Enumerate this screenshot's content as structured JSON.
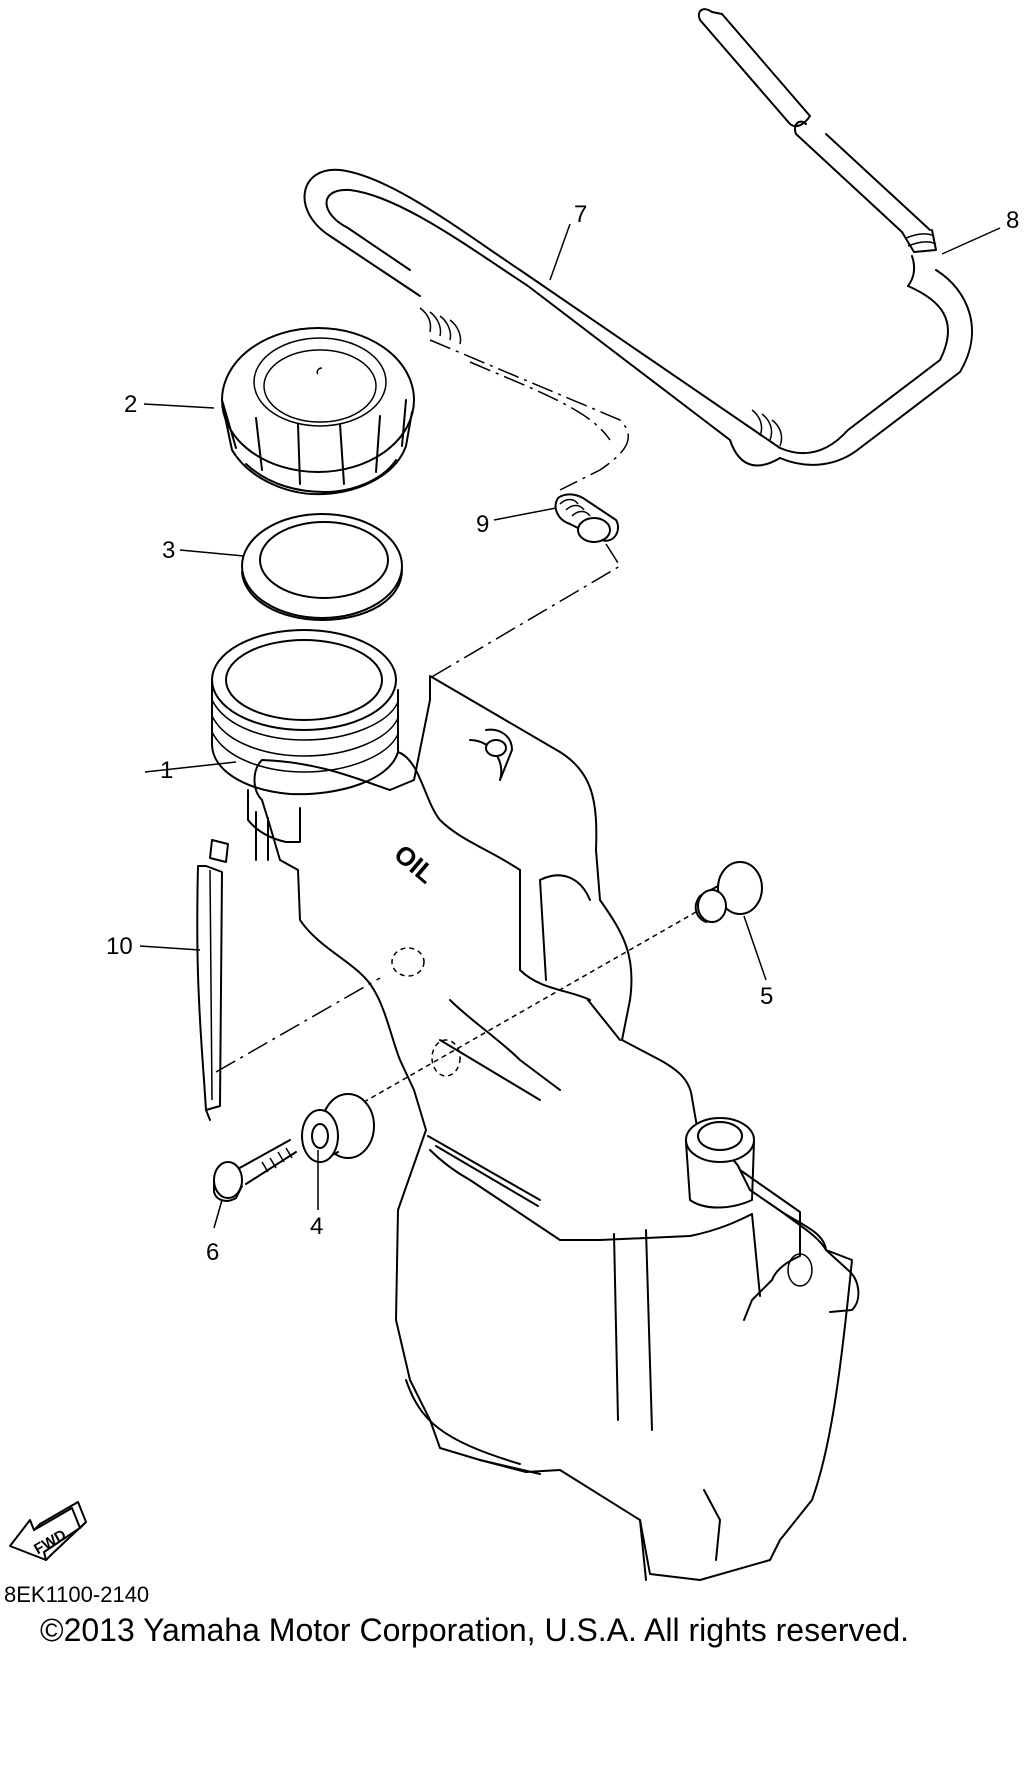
{
  "callouts": [
    {
      "id": "1",
      "label": "1"
    },
    {
      "id": "2",
      "label": "2"
    },
    {
      "id": "3",
      "label": "3"
    },
    {
      "id": "4",
      "label": "4"
    },
    {
      "id": "5",
      "label": "5"
    },
    {
      "id": "6",
      "label": "6"
    },
    {
      "id": "7",
      "label": "7"
    },
    {
      "id": "8",
      "label": "8"
    },
    {
      "id": "9",
      "label": "9"
    },
    {
      "id": "10",
      "label": "10"
    }
  ],
  "tank_marking": "OIL",
  "fwd_label": "FWD",
  "diagram_code": "8EK1100-2140",
  "copyright": "©2013 Yamaha Motor Corporation, U.S.A. All rights reserved."
}
